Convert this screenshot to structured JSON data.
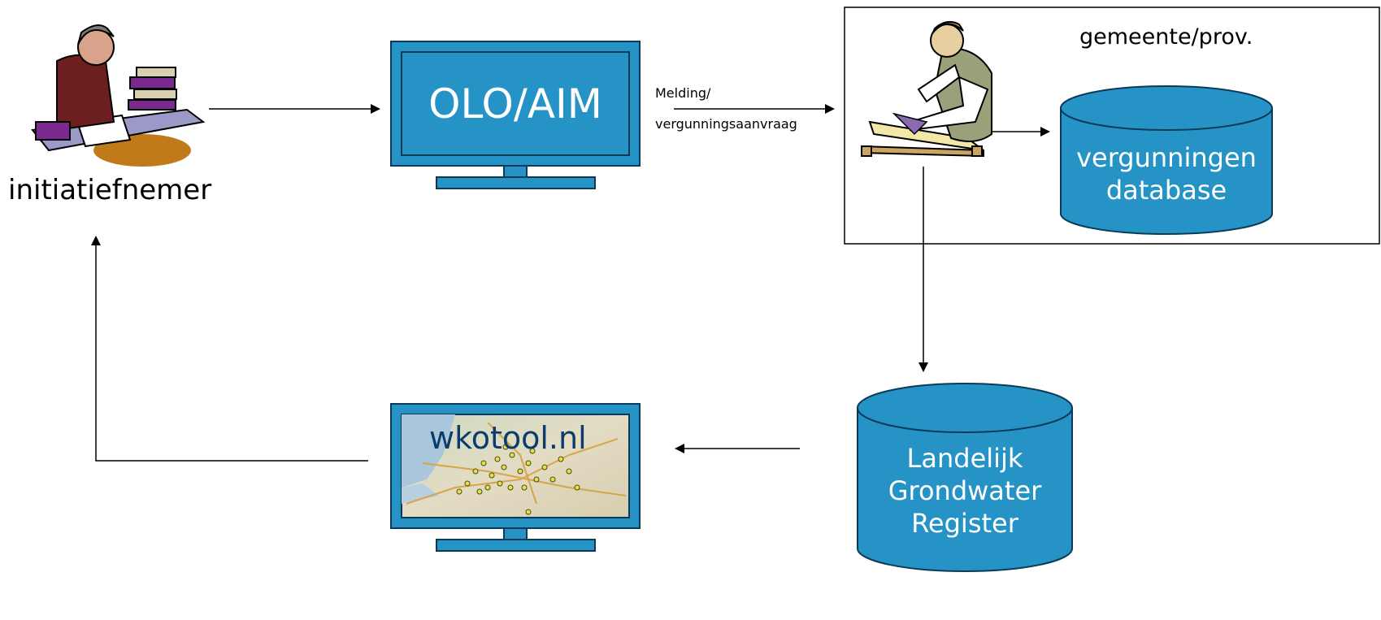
{
  "actors": {
    "initiator_label": "initiatiefnemer"
  },
  "portal": {
    "screen_text": "OLO/AIM"
  },
  "request_arrow": {
    "line1": "Melding/",
    "line2": "vergunningsaanvraag"
  },
  "authority": {
    "box_title": "gemeente/prov."
  },
  "permit_db": {
    "line1": "vergunningen",
    "line2": "database"
  },
  "national_register": {
    "line1": "Landelijk",
    "line2": "Grondwater",
    "line3": "Register"
  },
  "tool": {
    "screen_title": "wkotool.nl"
  },
  "colors": {
    "shape_fill": "#2593C6",
    "shape_stroke": "#0b3a57",
    "line": "#000000"
  }
}
